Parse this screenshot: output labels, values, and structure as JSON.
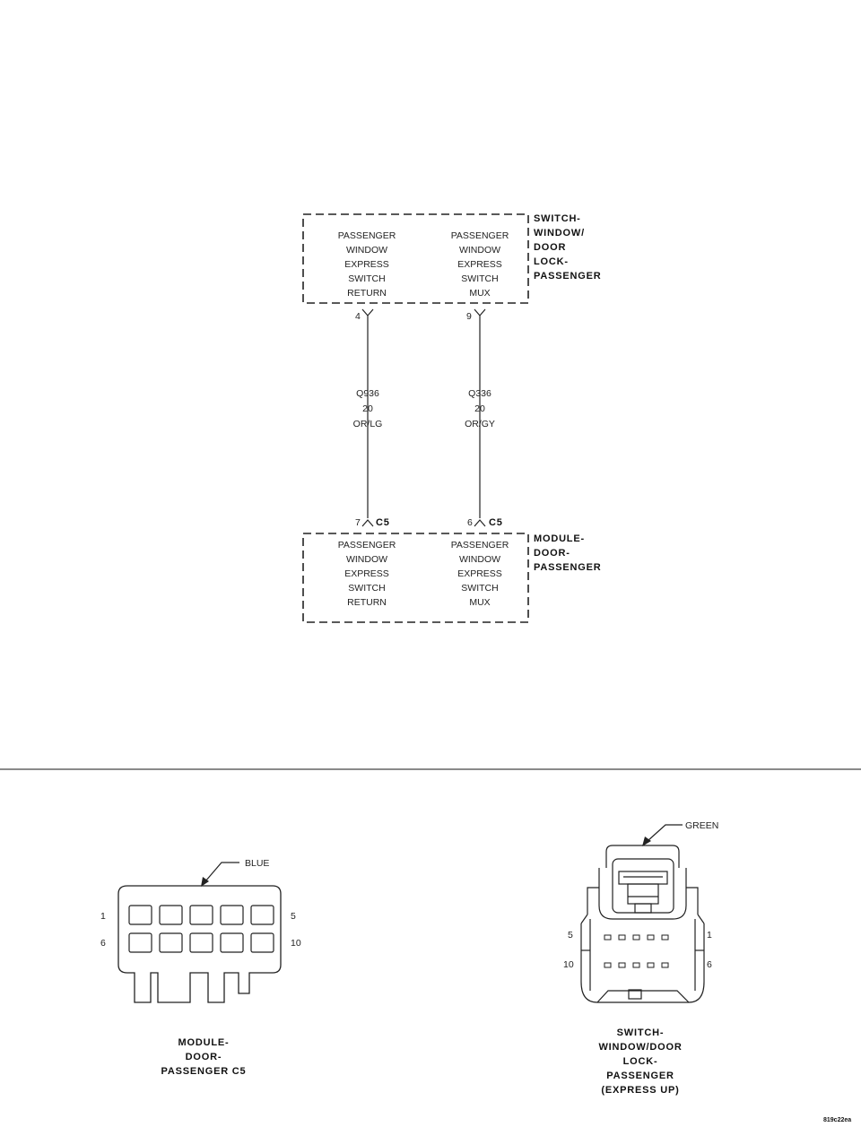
{
  "top_component": {
    "name_lines": [
      "SWITCH-",
      "WINDOW/",
      "DOOR",
      "LOCK-",
      "PASSENGER"
    ],
    "left_circuit_lines": [
      "PASSENGER",
      "WINDOW",
      "EXPRESS",
      "SWITCH",
      "RETURN"
    ],
    "right_circuit_lines": [
      "PASSENGER",
      "WINDOW",
      "EXPRESS",
      "SWITCH",
      "MUX"
    ],
    "left_pin": "4",
    "right_pin": "9"
  },
  "wires": {
    "left": {
      "circuit": "Q936",
      "gauge": "20",
      "color": "OR/LG"
    },
    "right": {
      "circuit": "Q336",
      "gauge": "20",
      "color": "OR/GY"
    }
  },
  "bottom_component": {
    "name_lines": [
      "MODULE-",
      "DOOR-",
      "PASSENGER"
    ],
    "left_circuit_lines": [
      "PASSENGER",
      "WINDOW",
      "EXPRESS",
      "SWITCH",
      "RETURN"
    ],
    "right_circuit_lines": [
      "PASSENGER",
      "WINDOW",
      "EXPRESS",
      "SWITCH",
      "MUX"
    ],
    "left_pin": "7",
    "right_pin": "6",
    "connector_label": "C5"
  },
  "connector_left": {
    "color_label": "BLUE",
    "pin_labels": {
      "top_left": "1",
      "top_right": "5",
      "bottom_left": "6",
      "bottom_right": "10"
    },
    "caption_lines": [
      "MODULE-",
      "DOOR-",
      "PASSENGER C5"
    ]
  },
  "connector_right": {
    "color_label": "GREEN",
    "pin_labels": {
      "top_left": "5",
      "top_right": "1",
      "bottom_left": "10",
      "bottom_right": "6"
    },
    "caption_lines": [
      "SWITCH-",
      "WINDOW/DOOR",
      "LOCK-",
      "PASSENGER",
      "(EXPRESS UP)"
    ]
  },
  "figure_id": "819c22ea"
}
